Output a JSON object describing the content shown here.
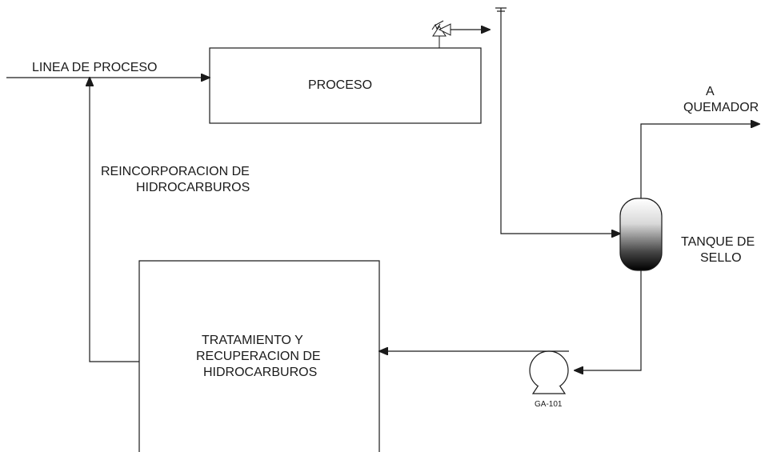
{
  "labels": {
    "process_line": "LINEA DE PROCESO",
    "process": "PROCESO",
    "to_burner_1": "A",
    "to_burner_2": "QUEMADOR",
    "reincorporation_1": "REINCORPORACION DE",
    "reincorporation_2": "HIDROCARBUROS",
    "seal_tank_1": "TANQUE DE",
    "seal_tank_2": "SELLO",
    "treatment_1": "TRATAMIENTO Y",
    "treatment_2": "RECUPERACION DE",
    "treatment_3": "HIDROCARBUROS",
    "pump_tag": "GA-101"
  },
  "colors": {
    "line": "#1a1a1a",
    "tank_top": "#ffffff",
    "tank_bottom": "#000000"
  }
}
